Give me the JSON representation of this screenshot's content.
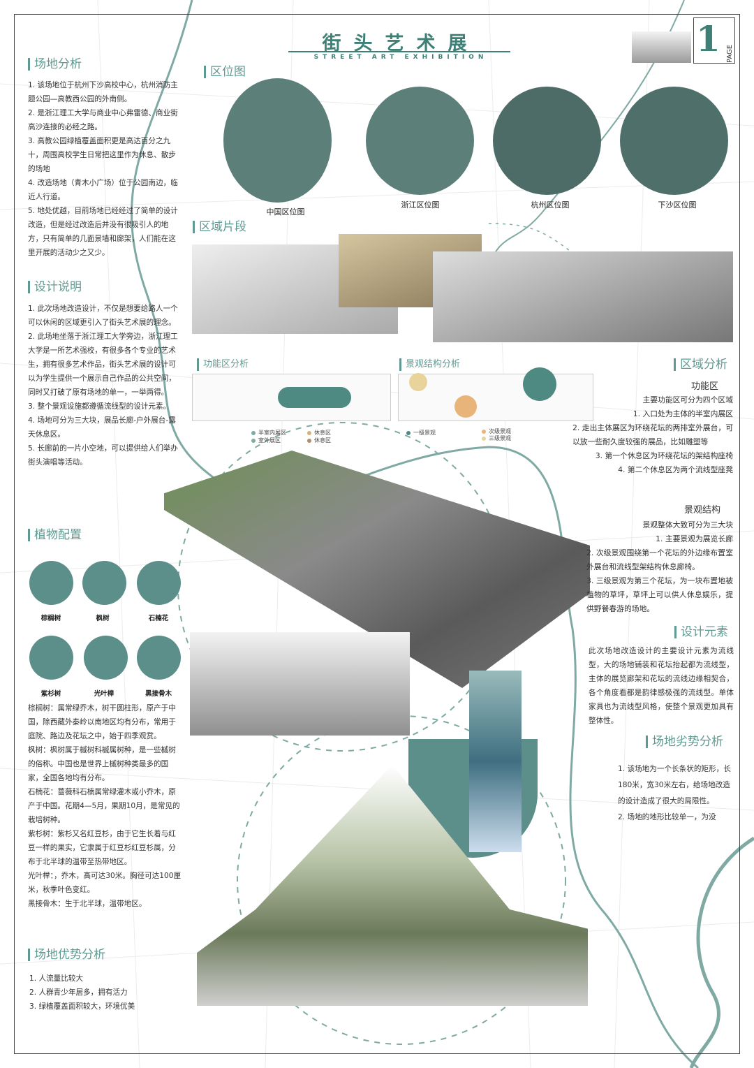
{
  "header": {
    "title": "街头艺术展",
    "subtitle": "STREET ART EXHIBITION",
    "page_number": "1",
    "page_word": "PAGE"
  },
  "site_analysis": {
    "title": "场地分析",
    "items": [
      "1. 该场地位于杭州下沙高校中心，杭州消防主题公园—高教西公园的外南侧。",
      "2. 是浙江理工大学与商业中心弗雷德、商业街高沙连接的必经之路。",
      "3. 高教公园绿植覆盖面积更是高达百分之九十，周围高校学生日常把这里作为休息、散步的场地",
      "4. 改造场地（青木小广场）位于公园南边，临近人行道。",
      "5. 地处优越，目前场地已经经过了简单的设计改造，但是经过改造后并没有很吸引人的地方，只有简单的几面景墙和廊架，人们能在这里开展的活动少之又少。"
    ]
  },
  "design_notes": {
    "title": "设计说明",
    "items": [
      "1. 此次场地改造设计，不仅是想要给路人一个可以休闲的区域更引入了街头艺术展的理念。",
      "2. 此场地坐落于浙江理工大学旁边，浙江理工大学是一所艺术强校，有很多各个专业的艺术生，拥有很多艺术作品，街头艺术展的设计可以为学生提供一个展示自己作品的公共空间，同时又打破了原有场地的单一，一举两得。",
      "3. 整个景观设施都遵循流线型的设计元素。",
      "4. 场地可分为三大块，展品长廊-户外展台-露天休息区。",
      "5. 长廊前的一片小空地，可以提供给人们举办街头演唱等活动。"
    ]
  },
  "plants": {
    "title": "植物配置",
    "trees": [
      "棕榈树",
      "枫树",
      "石楠花",
      "紫杉树",
      "光叶榉",
      "黑接骨木"
    ],
    "descriptions": [
      "棕榈树：属常绿乔木，树干圆柱形，原产于中国，除西藏外秦岭以南地区均有分布，常用于庭院、路边及花坛之中，始于四季观赏。",
      "枫树：枫树属于槭树科槭属树种，是一些槭树的俗称。中国也是世界上槭树种类最多的国家，全国各地均有分布。",
      "石楠花：蔷薇科石楠属常绿灌木或小乔木，原产于中国。花期4—5月，果期10月，是常见的栽培树种。",
      "紫杉树：紫杉又名红豆杉，由于它生长着与红豆一样的果实，它隶属于红豆杉红豆杉属，分布于北半球的温带至热带地区。",
      "光叶榉：，乔木，高可达30米。胸径可达100厘米，秋季叶色变红。",
      "黑接骨木：生于北半球，温带地区。"
    ]
  },
  "advantages": {
    "title": "场地优势分析",
    "items": [
      "1. 人流量比较大",
      "2. 人群青少年居多，拥有活力",
      "3. 绿植覆盖面积较大，环境优美"
    ]
  },
  "location": {
    "title": "区位图",
    "maps": [
      "中国区位图",
      "浙江区位图",
      "杭州区位图",
      "下沙区位图"
    ]
  },
  "segment": {
    "title": "区域片段"
  },
  "function_zone": {
    "title": "功能区分析",
    "legend": [
      "半室内展区",
      "室外展区",
      "休息区",
      "休息区"
    ]
  },
  "landscape": {
    "title": "景观结构分析",
    "legend": [
      "一级景观",
      "次级景观",
      "三级景观"
    ]
  },
  "zone_analysis": {
    "title": "区域分析",
    "func_sub": "功能区",
    "func_items": [
      "主要功能区可分为四个区域",
      "1. 入口处为主体的半室内展区",
      "2. 走出主体展区为环绕花坛的两排室外展台，可以放一些耐久度较强的展品，比如雕塑等",
      "3. 第一个休息区为环绕花坛的架结构座椅",
      "4. 第二个休息区为两个流线型座凳"
    ],
    "land_sub": "景观结构",
    "land_items": [
      "景观整体大致可分为三大块",
      "1. 主要景观为展览长廊",
      "2. 次级景观围绕第一个花坛的外边缘布置室外展台和流线型架结构休息廊椅。",
      "3. 三级景观为第三个花坛，为一块布置地被植物的草坪，草坪上可以供人休息娱乐，提供野餐春游的场地。"
    ]
  },
  "design_element": {
    "title": "设计元素",
    "text": "此次场地改造设计的主要设计元素为流线型，大的场地铺装和花坛抬起都为流线型，主体的展览廊架和花坛的流线边缘相契合，各个角度看都是韵律感极强的流线型。单体家具也为流线型风格，使整个景观更加具有整体性。"
  },
  "disadvantages": {
    "title": "场地劣势分析",
    "items": [
      "1. 该场地为一个长条状的矩形，长180米，宽30米左右，给场地改造的设计造成了很大的局限性。",
      "2. 场地的地形比较单一，为没"
    ]
  },
  "colors": {
    "accent": "#5f9a92",
    "dark_teal": "#3e7f76",
    "map": "#5c7f79"
  }
}
